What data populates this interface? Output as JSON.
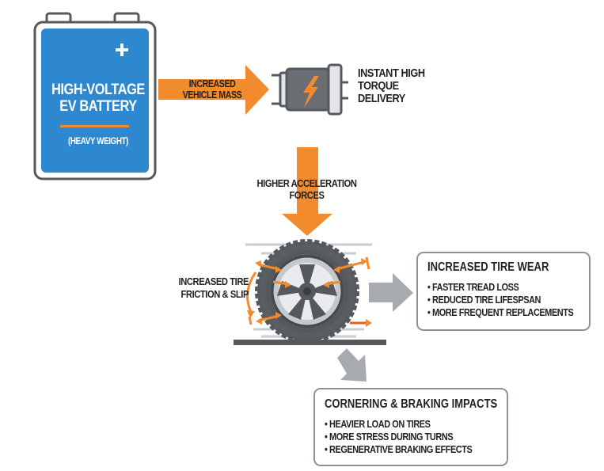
{
  "battery": {
    "title_line1": "HIGH-VOLTAGE",
    "title_line2": "EV BATTERY",
    "subtitle": "(HEAVY WEIGHT)",
    "terminal_symbol": "+"
  },
  "arrows": {
    "mass": {
      "line1": "INCREASED",
      "line2": "VEHICLE MASS"
    },
    "acceleration": {
      "line1": "HIGHER ACCELERATION",
      "line2": "FORCES"
    }
  },
  "motor": {
    "icon": "lightning-bolt-icon",
    "label_line1": "INSTANT HIGH",
    "label_line2": "TORQUE",
    "label_line3": "DELIVERY"
  },
  "tire": {
    "label_line1": "INCREASED TIRE",
    "label_line2": "FRICTION & SLIP"
  },
  "wear_box": {
    "title": "INCREASED TIRE WEAR",
    "items": [
      "FASTER TREAD LOSS",
      "REDUCED TIRE LIFESPSAN",
      "MORE FREQUENT REPLACEMENTS"
    ]
  },
  "cornering_box": {
    "title": "CORNERING & BRAKING IMPACTS",
    "items": [
      "HEAVIER LOAD ON TIRES",
      "MORE STRESS DURING TURNS",
      "REGENERATIVE BRAKING EFFECTS"
    ]
  },
  "colors": {
    "battery_blue": "#2e88d0",
    "accent_orange": "#f28a2e",
    "dark_gray": "#55595e",
    "mid_gray": "#8d9196",
    "light_gray": "#c9ccd0",
    "text": "#222222"
  }
}
